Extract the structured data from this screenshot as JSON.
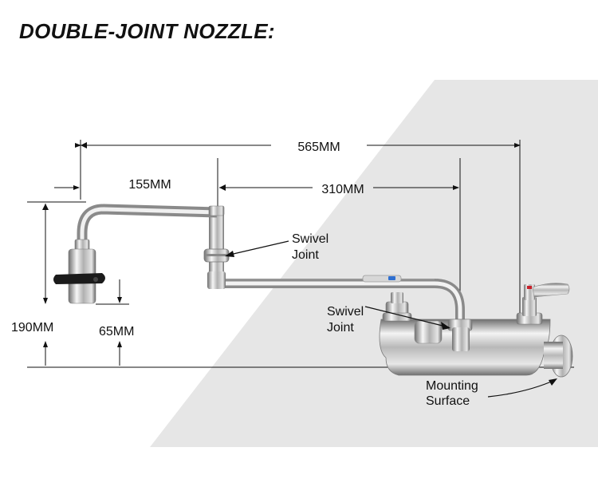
{
  "title": "DOUBLE-JOINT NOZZLE:",
  "dimensions": {
    "total_length": "565MM",
    "nozzle_reach": "155MM",
    "arm_length": "310MM",
    "height": "190MM",
    "outlet_height": "65MM"
  },
  "callouts": {
    "swivel_joint_upper": [
      "Swivel",
      "Joint"
    ],
    "swivel_joint_lower": [
      "Swivel",
      "Joint"
    ],
    "mounting_surface": [
      "Mounting",
      "Surface"
    ]
  },
  "colors": {
    "background_panel": "#e4e4e4",
    "chrome_light": "#f4f4f4",
    "chrome_mid": "#b8b8b8",
    "chrome_dark": "#6f6f6f",
    "handle_red": "#c8202a",
    "handle_blue": "#2f6fd0",
    "dimension_line": "#111111"
  }
}
